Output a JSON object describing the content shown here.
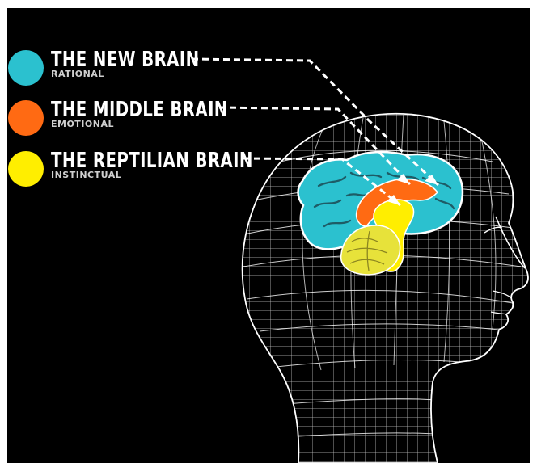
{
  "legend": [
    {
      "title": "THE NEW BRAIN",
      "subtitle": "RATIONAL",
      "color": "#2bc1cf"
    },
    {
      "title": "THE MIDDLE BRAIN",
      "subtitle": "EMOTIONAL",
      "color": "#ff6a13"
    },
    {
      "title": "THE REPTILIAN BRAIN",
      "subtitle": "INSTINCTUAL",
      "color": "#ffee00"
    }
  ],
  "colors": {
    "background": "#000000",
    "wireframe": "#ffffff",
    "new_brain": "#2bc1cf",
    "middle_brain": "#ff6a13",
    "reptilian_brain": "#ffee00",
    "cerebellum": "#e7e23a"
  },
  "icons": {
    "head": "wireframe-head-icon",
    "arrow": "dashed-arrow-icon"
  }
}
